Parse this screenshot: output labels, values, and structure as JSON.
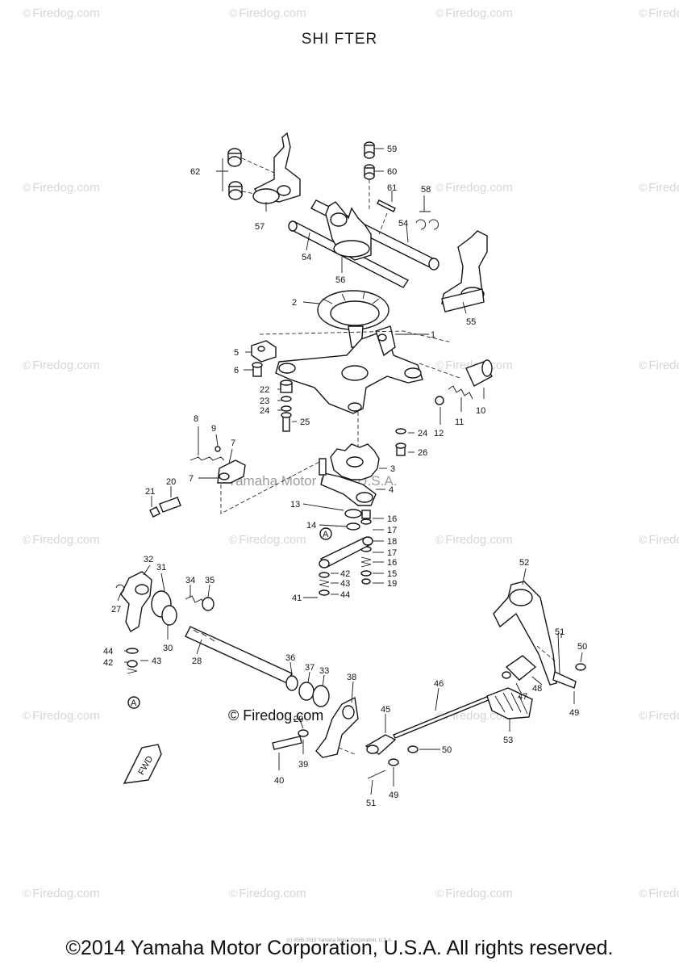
{
  "title": "SHI FTER",
  "watermark_text": "Firedog.com",
  "center_watermark": "© Firedog.com",
  "corp_watermark": "Yamaha Motor Corp. U.S.A.",
  "footer": "©2014 Yamaha Motor Corporation, U.S.A. All rights reserved.",
  "fine_print": "(c) 2005-2015 Yamaha Motor Corporation, U.S.A.",
  "fwd_label": "FWD",
  "ref_marker": "A",
  "callouts": {
    "c1": "1",
    "c2": "2",
    "c3": "3",
    "c4": "4",
    "c5": "5",
    "c6": "6",
    "c7a": "7",
    "c7b": "7",
    "c8": "8",
    "c9": "9",
    "c10": "10",
    "c11": "11",
    "c12": "12",
    "c13": "13",
    "c14": "14",
    "c15": "15",
    "c16a": "16",
    "c16b": "16",
    "c17a": "17",
    "c17b": "17",
    "c18": "18",
    "c19": "19",
    "c20": "20",
    "c21": "21",
    "c22": "22",
    "c23": "23",
    "c24a": "24",
    "c24b": "24",
    "c25": "25",
    "c26": "26",
    "c27": "27",
    "c28": "28",
    "c29": "29",
    "c30": "30",
    "c31": "31",
    "c32": "32",
    "c33": "33",
    "c34": "34",
    "c35": "35",
    "c36": "36",
    "c37": "37",
    "c38": "38",
    "c39": "39",
    "c40": "40",
    "c41": "41",
    "c42a": "42",
    "c42b": "42",
    "c43a": "43",
    "c43b": "43",
    "c44a": "44",
    "c44b": "44",
    "c45": "45",
    "c46": "46",
    "c47": "47",
    "c48": "48",
    "c49a": "49",
    "c49b": "49",
    "c50a": "50",
    "c50b": "50",
    "c51a": "51",
    "c51b": "51",
    "c52": "52",
    "c53": "53",
    "c54a": "54",
    "c54b": "54",
    "c55": "55",
    "c56": "56",
    "c57": "57",
    "c58": "58",
    "c59": "59",
    "c60": "60",
    "c61": "61",
    "c62": "62"
  },
  "colors": {
    "ink": "#151515",
    "watermark": "#d6d6d6",
    "background": "#ffffff"
  }
}
